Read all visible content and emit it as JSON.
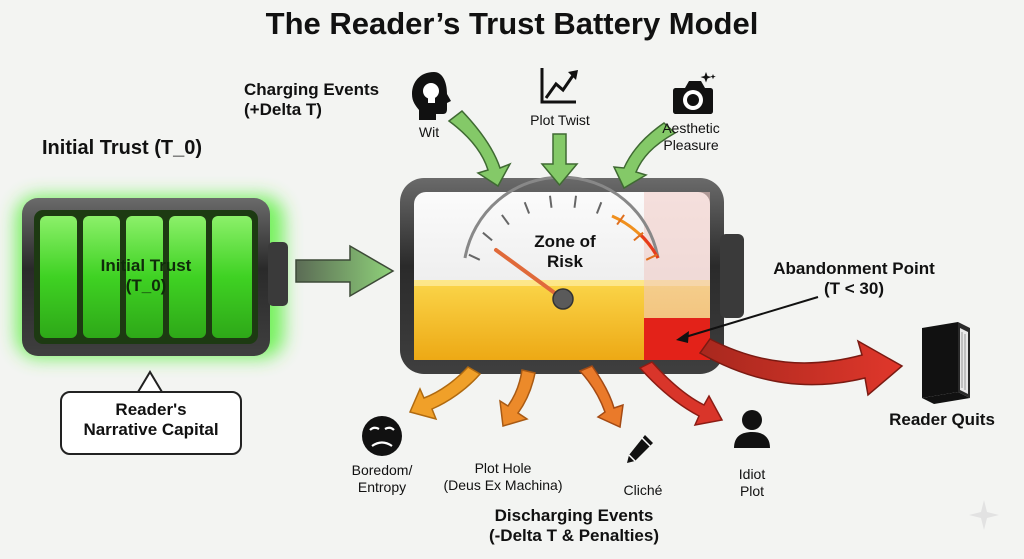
{
  "title": "The Reader’s Trust Battery Model",
  "initial_trust": {
    "heading": "Initial Trust (T_0)",
    "battery_line1": "Initial Trust",
    "battery_line2": "(T_0)",
    "callout_line1": "Reader's",
    "callout_line2": "Narrative Capital"
  },
  "charging": {
    "label_line1": "Charging Events",
    "label_line2": "(+Delta T)",
    "items": [
      {
        "label": "Wit",
        "icon": "lightbulb-head-icon"
      },
      {
        "label": "Plot Twist",
        "icon": "trend-up-icon"
      },
      {
        "label_line1": "Aesthetic",
        "label_line2": "Pleasure",
        "icon": "camera-icon"
      }
    ]
  },
  "gauge": {
    "label_line1": "Zone of",
    "label_line2": "Risk"
  },
  "abandonment": {
    "label_line1": "Abandonment Point",
    "label_line2": "(T < 30)"
  },
  "outcome": {
    "label": "Reader Quits",
    "icon": "closed-book-icon"
  },
  "discharging": {
    "label_line1": "Discharging Events",
    "label_line2": "(-Delta T & Penalties)",
    "items": [
      {
        "label_line1": "Boredom/",
        "label_line2": "Entropy",
        "icon": "sad-face-icon"
      },
      {
        "label_line1": "Plot Hole",
        "label_line2": "(Deus Ex Machina)",
        "icon": ""
      },
      {
        "label": "Cliché",
        "icon": "pencil-icon"
      },
      {
        "label_line1": "Idiot",
        "label_line2": "Plot",
        "icon": "person-icon"
      }
    ]
  },
  "colors": {
    "battery_green": "#44dd2a",
    "charge_arrow": "#7cc75f",
    "fill_yellow": "#f2b81f",
    "danger_red": "#e32219",
    "discharge_orange": "#f19a2a",
    "discharge_red": "#d9352a"
  }
}
